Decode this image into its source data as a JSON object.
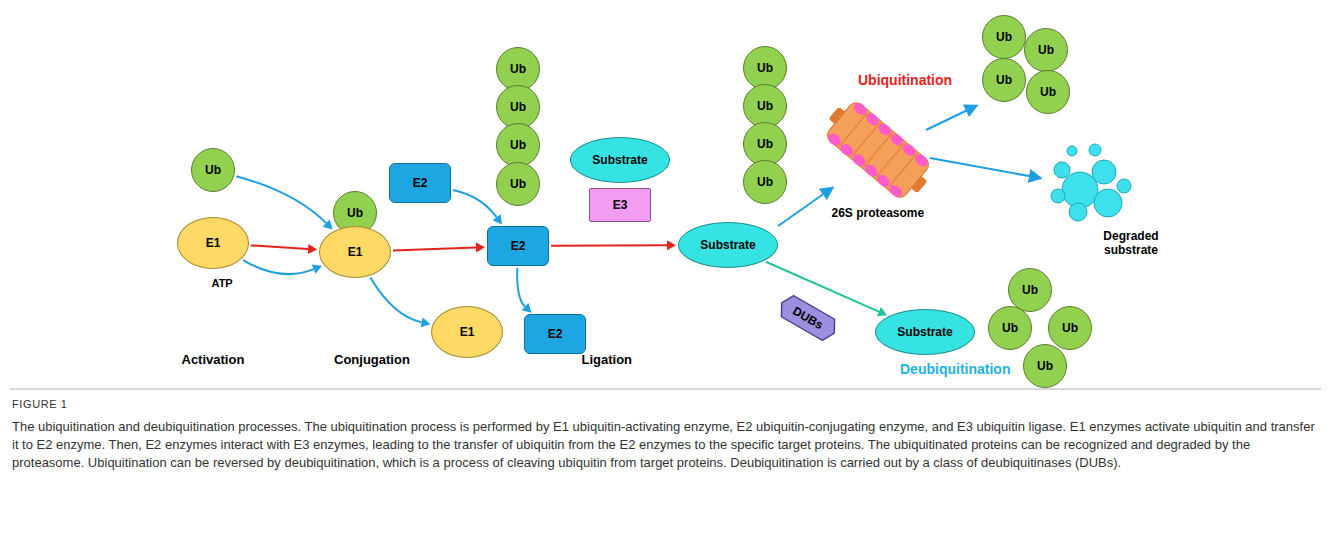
{
  "diagram": {
    "caption": "The ubiquitination and deubiquitination processes. The ubiquitination process is performed by E1 ubiquitin-activating enzyme, E2 ubiquitin-conjugating enzyme, and E3 ubiquitin ligase. E1 enzymes activate ubiquitin and transfer it to E2 enzyme. Then, E2 enzymes interact with E3 enzymes, leading to the transfer of ubiquitin from the E2 enzymes to the specific target proteins. The ubiquitinated proteins can be recognized and degraded by the proteasome. Ubiquitination can be reversed by deubiquitination, which is a process of cleaving ubiquitin from target proteins. Deubiquitination is carried out by a class of deubiquitinases (DUBs).",
    "nodes": [
      {
        "text": [
          "Ub"
        ]
      },
      {
        "text": [
          "E1"
        ]
      },
      {
        "text": [
          "Ub"
        ]
      },
      {
        "text": [
          "E1"
        ]
      },
      {
        "text": [
          "E2"
        ]
      },
      {
        "text": [
          "E1"
        ]
      },
      {
        "text": [
          "Ub"
        ]
      },
      {
        "text": [
          "Ub"
        ]
      },
      {
        "text": [
          "Ub"
        ]
      },
      {
        "text": [
          "Ub"
        ]
      },
      {
        "text": [
          "E2"
        ]
      },
      {
        "text": [
          "Substrate"
        ]
      },
      {
        "text": [
          "E3"
        ]
      },
      {
        "text": [
          "E2"
        ]
      },
      {
        "text": [
          "Ub"
        ]
      },
      {
        "text": [
          "Ub"
        ]
      },
      {
        "text": [
          "Ub"
        ]
      },
      {
        "text": [
          "Ub"
        ]
      },
      {
        "text": [
          "Substrate"
        ]
      },
      {
        "text": [
          "DUBs"
        ]
      },
      {
        "text": [
          "Substrate"
        ]
      },
      {
        "text": [
          "Ub"
        ]
      },
      {
        "text": [
          "Ub"
        ]
      },
      {
        "text": [
          "Ub"
        ]
      },
      {
        "text": [
          "Ub"
        ]
      },
      {
        "text": [
          "Ub"
        ]
      },
      {
        "text": [
          "Ub"
        ]
      },
      {
        "text": [
          "Ub"
        ]
      },
      {
        "text": [
          "Ub"
        ]
      }
    ],
    "edges": [
      {
        "from": 0,
        "to": 3,
        "arrow": "to"
      },
      {
        "from": 1,
        "to": 3,
        "arrow": "to"
      },
      {
        "from": 1,
        "to": 3,
        "arrow": "to"
      },
      {
        "from": 3,
        "to": 10,
        "arrow": "to"
      },
      {
        "from": 3,
        "to": 5,
        "arrow": "to"
      },
      {
        "from": 4,
        "to": 10,
        "arrow": "to"
      },
      {
        "from": 10,
        "to": 18,
        "arrow": "to"
      },
      {
        "from": 10,
        "to": 13,
        "arrow": "to"
      },
      {
        "from": 18,
        "to": 20,
        "arrow": "to"
      }
    ],
    "labels": [
      "ATP",
      "Activation",
      "Conjugation",
      "Ligation",
      "Ubiquitination",
      "26S proteasome",
      "Degraded substrate",
      "Deubiquitination",
      "FIGURE 1"
    ]
  }
}
